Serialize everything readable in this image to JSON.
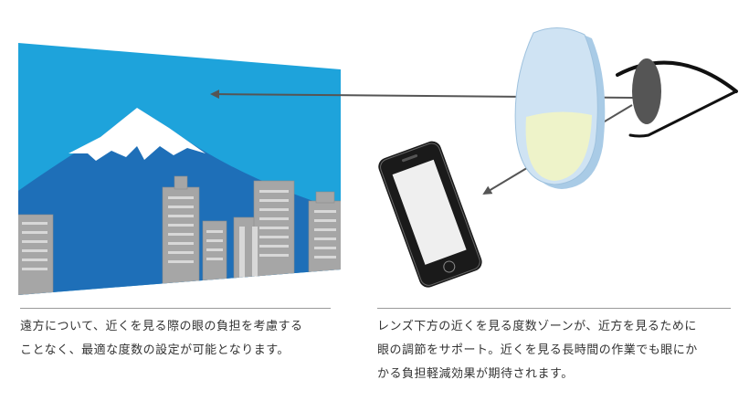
{
  "captions": {
    "left": {
      "line1": "遠方について、近くを見る際の眼の負担を考慮する",
      "line2": "ことなく、最適な度数の設定が可能となります。"
    },
    "right": {
      "line1": "レンズ下方の近くを見る度数ゾーンが、近方を見るために",
      "line2": "眼の調節をサポート。近くを見る長時間の作業でも眼にか",
      "line3": "かる負担軽減効果が期待されます。"
    }
  },
  "colors": {
    "sky": "#1EA3DB",
    "mountain": "#1E6FB8",
    "snow": "#FFFFFF",
    "building": "#A6A6A6",
    "arrow": "#555555",
    "lens": "#CFE3F3",
    "lens_near_zone": "#EEF3C9",
    "phone_body": "#1A1A1A",
    "phone_screen": "#EFEFEF",
    "eye_iris": "#555555"
  }
}
